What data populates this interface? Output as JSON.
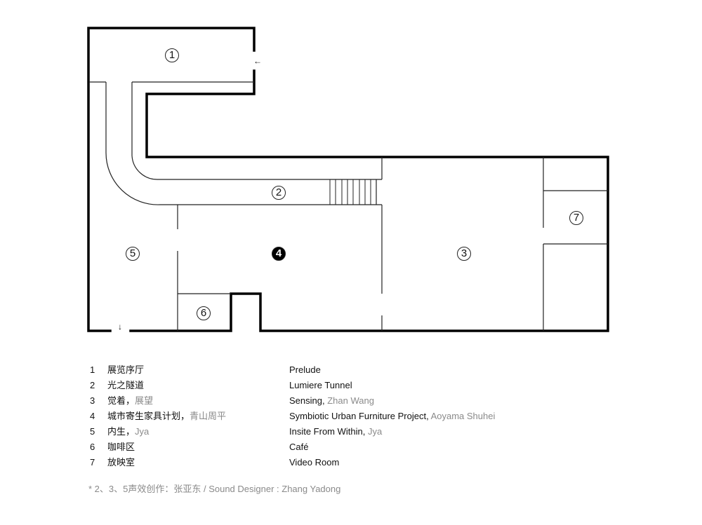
{
  "plan": {
    "markers": [
      {
        "id": "1",
        "label": "1"
      },
      {
        "id": "2",
        "label": "2"
      },
      {
        "id": "3",
        "label": "3"
      },
      {
        "id": "4",
        "label": "4"
      },
      {
        "id": "5",
        "label": "5"
      },
      {
        "id": "6",
        "label": "6"
      },
      {
        "id": "7",
        "label": "7"
      }
    ],
    "entrance_arrow": "←",
    "exit_arrow": "↓"
  },
  "legend": [
    {
      "num": "1",
      "cn": "展览序厅",
      "cn_artist": "",
      "en": "Prelude",
      "en_artist": ""
    },
    {
      "num": "2",
      "cn": "光之隧道",
      "cn_artist": "",
      "en": "Lumiere Tunnel",
      "en_artist": ""
    },
    {
      "num": "3",
      "cn": "觉着，",
      "cn_artist": "展望",
      "en": "Sensing,",
      "en_artist": " Zhan Wang"
    },
    {
      "num": "4",
      "cn": "城市寄生家具计划，",
      "cn_artist": "青山周平",
      "en": "Symbiotic Urban Furniture Project,",
      "en_artist": " Aoyama Shuhei"
    },
    {
      "num": "5",
      "cn": "内生，",
      "cn_artist": "Jya",
      "en": "Insite From Within,",
      "en_artist": " Jya"
    },
    {
      "num": "6",
      "cn": "咖啡区",
      "cn_artist": "",
      "en": "Café",
      "en_artist": ""
    },
    {
      "num": "7",
      "cn": "放映室",
      "cn_artist": "",
      "en": "Video Room",
      "en_artist": ""
    }
  ],
  "footnote": "* 2、3、5声效创作：张亚东 / Sound Designer : Zhang Yadong"
}
